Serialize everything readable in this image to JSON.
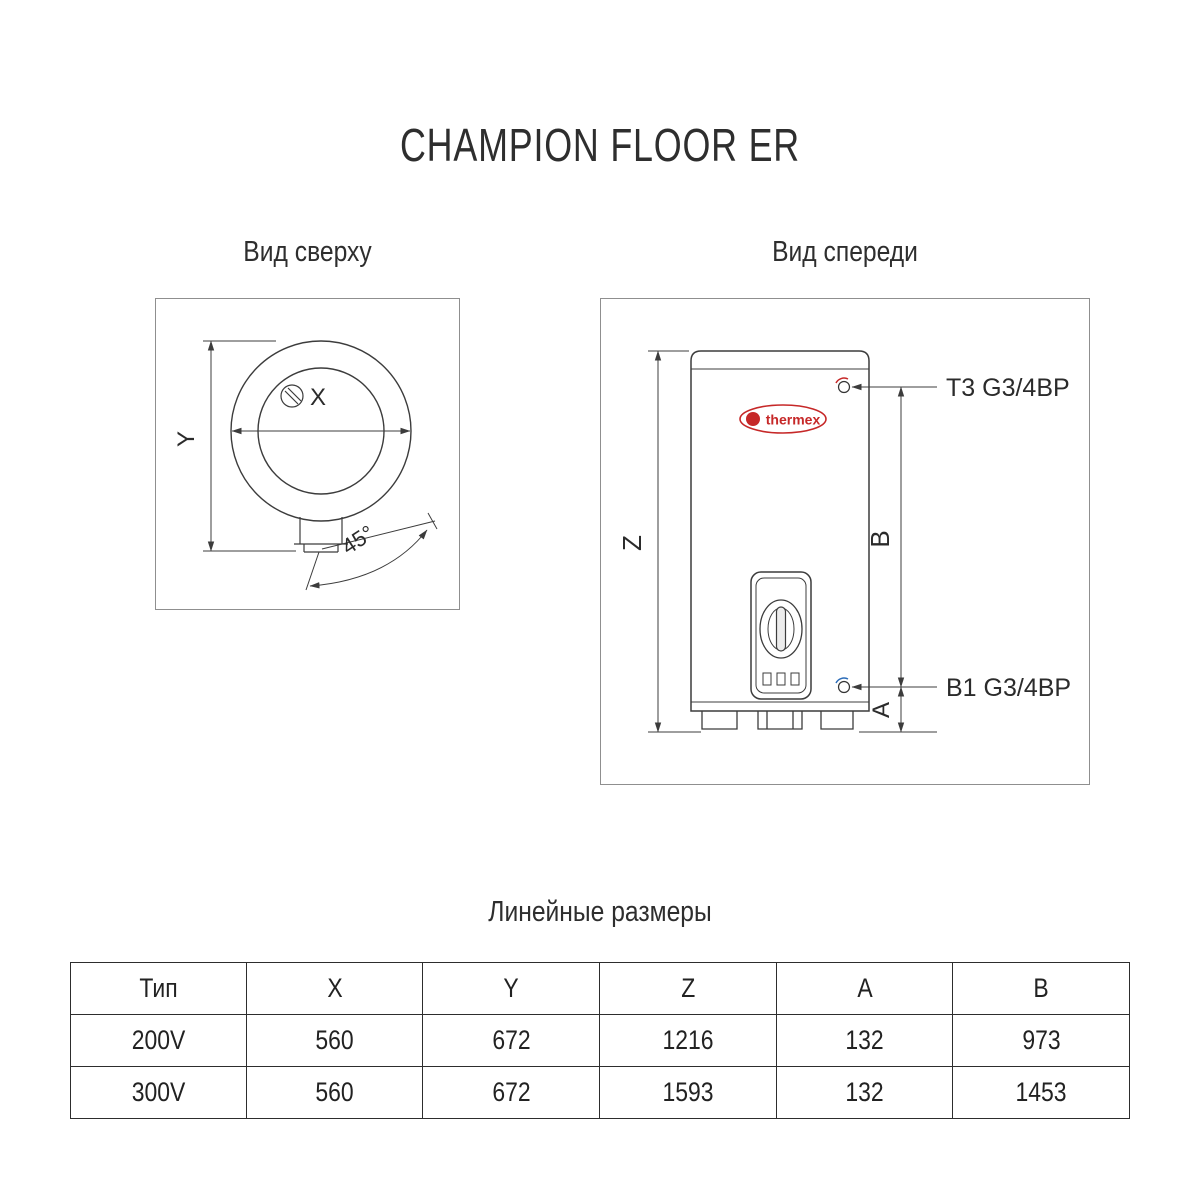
{
  "title": "CHAMPION FLOOR ER",
  "views": {
    "top": {
      "label": "Вид сверху",
      "dim_x": "X",
      "dim_y": "Y",
      "angle": "45°"
    },
    "front": {
      "label": "Вид спереди",
      "dim_z": "Z",
      "dim_b": "B",
      "dim_a": "A",
      "top_port": "Т3 G3/4ВР",
      "bottom_port": "В1 G3/4ВР",
      "brand": "thermex"
    }
  },
  "table": {
    "title": "Линейные размеры",
    "headers": [
      "Тип",
      "X",
      "Y",
      "Z",
      "A",
      "B"
    ],
    "rows": [
      [
        "200V",
        "560",
        "672",
        "1216",
        "132",
        "973"
      ],
      [
        "300V",
        "560",
        "672",
        "1593",
        "132",
        "1453"
      ]
    ]
  },
  "colors": {
    "line": "#3c3c3c",
    "brand_red": "#c62828",
    "port_blue": "#2b6cb8"
  }
}
